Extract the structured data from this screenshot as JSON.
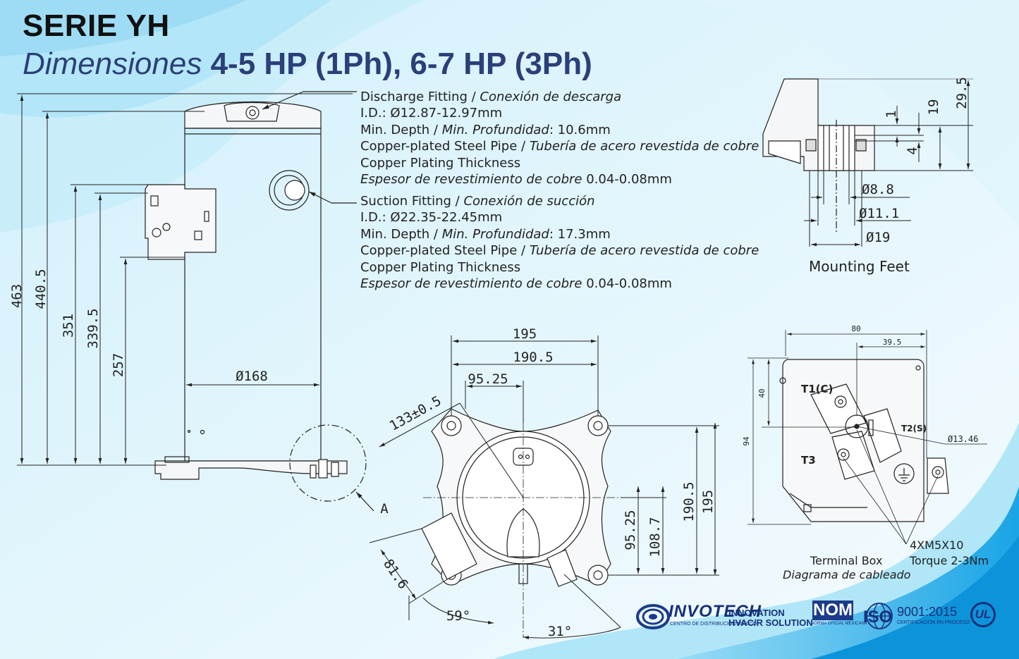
{
  "header": {
    "series": "SERIE YH",
    "subtitle_italic": "Dimensiones",
    "subtitle_bold": "4-5 HP (1Ph), 6-7 HP (3Ph)"
  },
  "discharge": {
    "line1_en": "Discharge Fitting / ",
    "line1_es": "Conexión de descarga",
    "line2": "I.D.: Ø12.87-12.97mm",
    "line3_en": "Min. Depth  / ",
    "line3_es": "Min. Profundidad",
    "line3_val": ": 10.6mm",
    "line4_en": "Copper-plated Steel Pipe / ",
    "line4_es": "Tubería de acero revestida de cobre",
    "line5": "Copper Plating Thickness",
    "line6_es": "Espesor de revestimiento de cobre",
    "line6_val": " 0.04-0.08mm"
  },
  "suction": {
    "line1_en": "Suction Fitting / ",
    "line1_es": "Conexión de succión",
    "line2": "I.D.: Ø22.35-22.45mm",
    "line3_en": "Min. Depth / ",
    "line3_es": "Min. Profundidad",
    "line3_val": ": 17.3mm",
    "line4_en": "Copper-plated Steel Pipe / ",
    "line4_es": "Tubería de acero revestida de cobre",
    "line5": "Copper Plating Thickness",
    "line6_es": "Espesor de revestimiento de cobre",
    "line6_val": " 0.04-0.08mm"
  },
  "side_view_dims": {
    "h463": "463",
    "h440": "440.5",
    "h351": "351",
    "h339": "339.5",
    "h257": "257",
    "dia168": "Ø168",
    "detail": "A"
  },
  "mounting": {
    "title": "Mounting Feet",
    "d88": "Ø8.8",
    "d111": "Ø11.1",
    "d19": "Ø19",
    "v29": "29.5",
    "v19": "19",
    "v1": "1",
    "v4": "4"
  },
  "bottom_view_dims": {
    "w195": "195",
    "w1905": "190.5",
    "w9525": "95.25",
    "diag133": "133±0.5",
    "h1905": "190.5",
    "h195": "195",
    "h9525": "95.25",
    "h1087": "108.7",
    "d816": "81.6",
    "a59": "59°",
    "a31": "31°"
  },
  "terminal": {
    "w80": "80",
    "w395": "39.5",
    "h40": "40",
    "h94": "94",
    "d1346": "Ø13.46",
    "t1": "T1(C)",
    "t2": "T2(S)",
    "t3": "T3",
    "screw": "4XM5X10",
    "torque": "Torque 2-3Nm",
    "caption_en": "Terminal Box",
    "caption_es": "Diagrama de cableado"
  },
  "logos": {
    "invotech": "INVOTECH",
    "invotech_sub": "CENTRO DE DISTRIBUCIÓN MÉXICO",
    "innovation1": "INNOVATION",
    "innovation2": "HVAC/R SOLUTION",
    "nom": "NOM",
    "nom_sub": "NORMA OFICIAL MEXICANA",
    "iso": "ISO",
    "iso_num": "9001:2015",
    "iso_sub": "CERTIFICACIÓN EN PROCESO",
    "ul": "UL"
  },
  "colors": {
    "title_blue": "#2b3f78",
    "wave_light": "#a9e3f7",
    "wave_dark": "#1aa4e6"
  }
}
